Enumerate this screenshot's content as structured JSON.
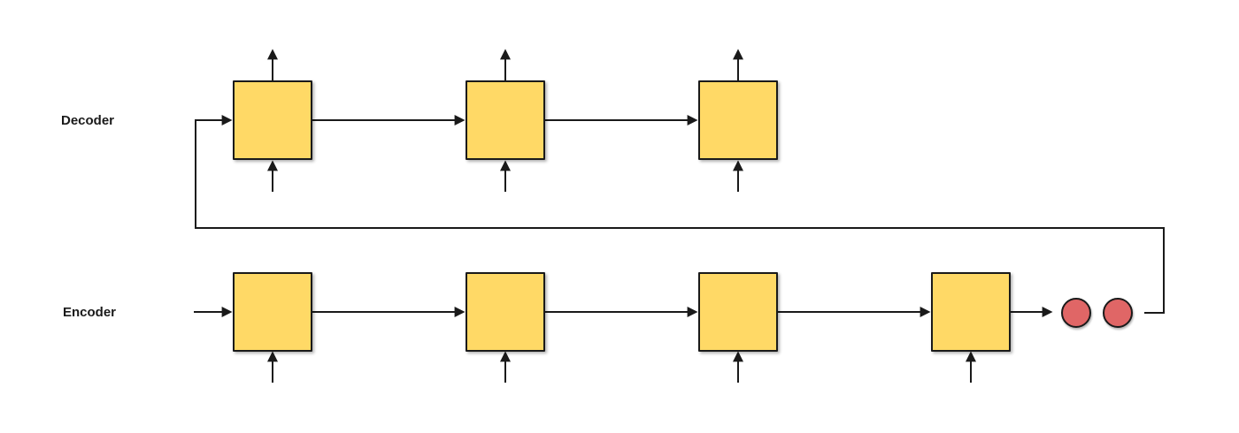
{
  "diagram": {
    "type": "seq2seq-encoder-decoder",
    "labels": {
      "decoder": "Decoder",
      "encoder": "Encoder"
    },
    "colors": {
      "background": "#FFFFFF",
      "box_fill": "#FFD966",
      "box_stroke": "#1A1A1A",
      "circle_fill": "#E06666",
      "circle_stroke": "#1A1A1A",
      "line_color": "#1A1A1A",
      "label_color": "#1A1A1A"
    },
    "decoder_row": {
      "unit_count": 3,
      "each_unit": "yellow square with output arrow up, input arrow from below, chained left-to-right"
    },
    "encoder_row": {
      "unit_count": 4,
      "each_unit": "yellow square with input arrow from below, chained left-to-right"
    },
    "context_vector": {
      "circle_count": 2,
      "description": "red circles after last encoder unit, routed back to first decoder unit"
    }
  }
}
